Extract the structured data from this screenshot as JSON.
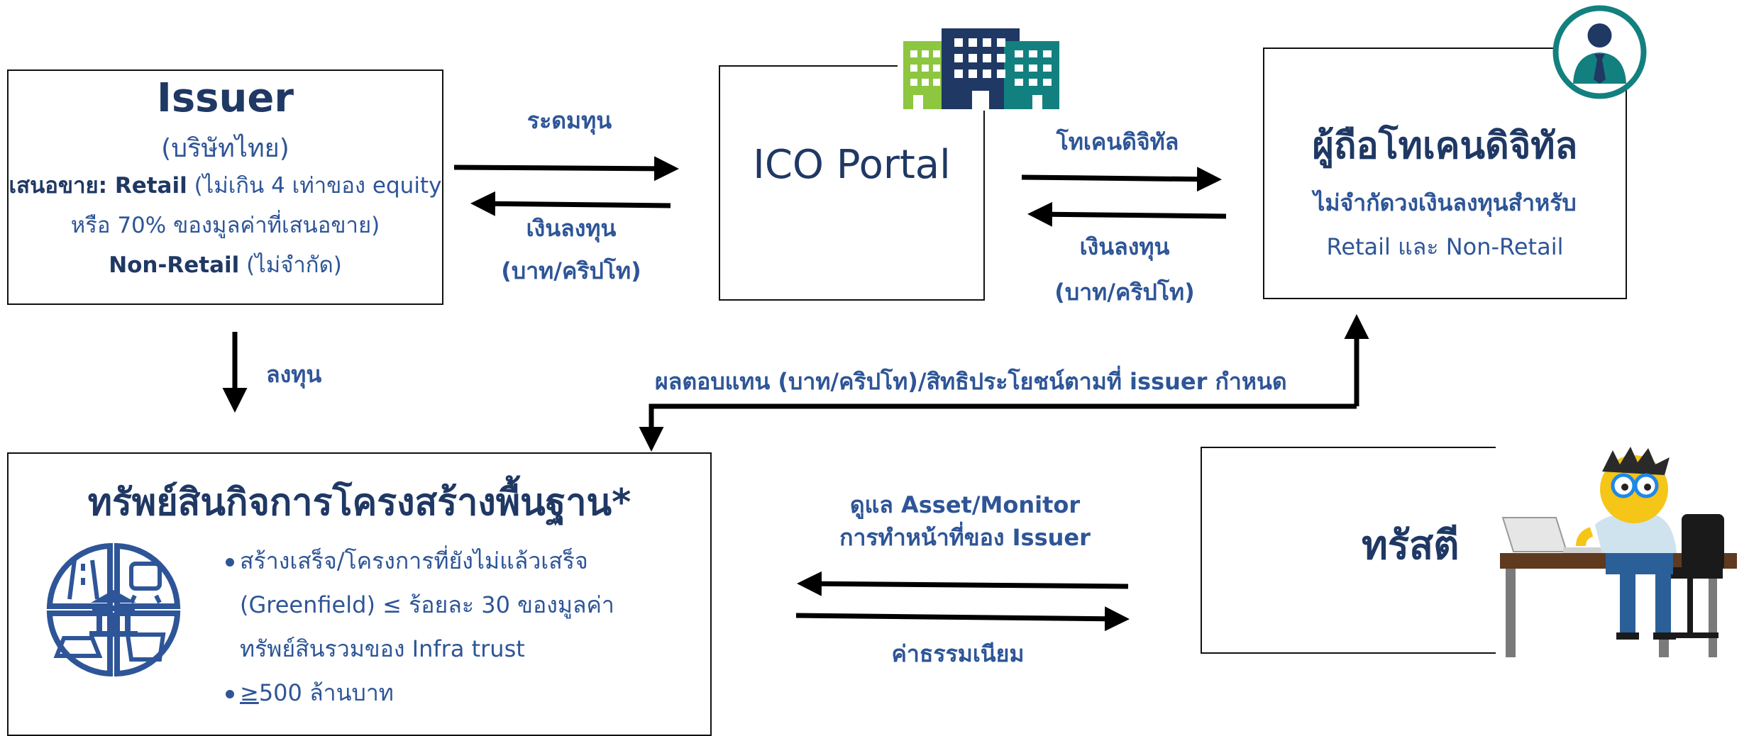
{
  "issuer": {
    "title": "Issuer",
    "subtitle": "(บริษัทไทย)",
    "line1_bold": "เสนอขาย: Retail",
    "line1_rest": " (ไม่เกิน 4 เท่าของ equity",
    "line2": "หรือ 70% ของมูลค่าที่เสนอขาย)",
    "line3_bold": "Non-Retail",
    "line3_rest": " (ไม่จำกัด)"
  },
  "portal": {
    "title": "ICO Portal"
  },
  "holder": {
    "title": "ผู้ถือโทเคนดิจิทัล",
    "line1": "ไม่จำกัดวงเงินลงทุนสำหรับ",
    "line2": "Retail และ Non-Retail"
  },
  "assets": {
    "title": "ทรัพย์สินกิจการโครงสร้างพื้นฐาน*",
    "bullet1_line1": "สร้างเสร็จ/โครงการที่ยังไม่แล้วเสร็จ",
    "bullet1_line2": "(Greenfield) ≤ ร้อยละ 30 ของมูลค่า",
    "bullet1_line3": "ทรัพย์สินรวมของ Infra trust",
    "bullet2_sym": "≥",
    "bullet2_rest": "500 ล้านบาท"
  },
  "trustee": {
    "title": "ทรัสตี"
  },
  "arrows": {
    "raise_funds": "ระดมทุน",
    "investment_money_1": "เงินลงทุน",
    "baht_crypto_1": "(บาท/คริปโท)",
    "digital_token": "โทเคนดิจิทัล",
    "investment_money_2": "เงินลงทุน",
    "baht_crypto_2": "(บาท/คริปโท)",
    "invest": "ลงทุน",
    "returns": "ผลตอบแทน (บาท/คริปโท)/สิทธิประโยชน์ตามที่ issuer กำหนด",
    "oversee_line1": "ดูแล Asset/Monitor",
    "oversee_line2": "การทำหน้าที่ของ Issuer",
    "fee": "ค่าธรรมเนียม"
  },
  "colors": {
    "navy": "#1f3864",
    "blue": "#2e5597",
    "teal": "#12807f",
    "green": "#8dc63f"
  }
}
